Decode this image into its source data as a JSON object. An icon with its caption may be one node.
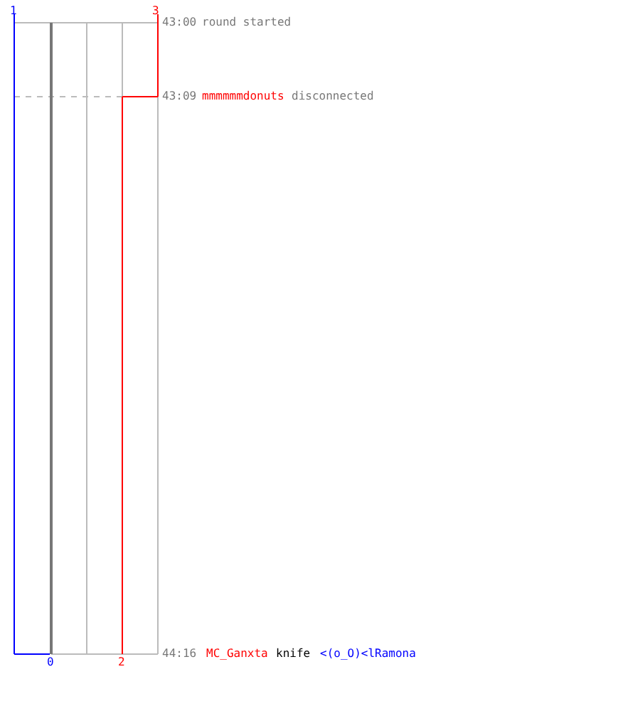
{
  "diagram": {
    "labels": [
      "1",
      "3",
      "43:00",
      "round started",
      "43:09",
      "mmmmmmdonuts",
      "disconnected",
      "0",
      "2",
      "44:16",
      "MC_Ganxta",
      "knife",
      "<(o_O)<lRamona"
    ]
  }
}
